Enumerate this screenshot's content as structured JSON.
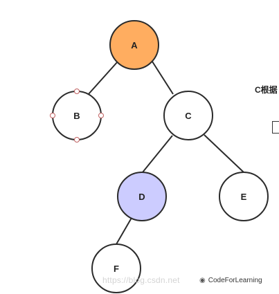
{
  "diagram": {
    "nodes": [
      {
        "id": "A",
        "label": "A",
        "fill": "#ffad60",
        "selected": false
      },
      {
        "id": "B",
        "label": "B",
        "fill": "#ffffff",
        "selected": true
      },
      {
        "id": "C",
        "label": "C",
        "fill": "#ffffff",
        "selected": false
      },
      {
        "id": "D",
        "label": "D",
        "fill": "#ccccff",
        "selected": false
      },
      {
        "id": "E",
        "label": "E",
        "fill": "#ffffff",
        "selected": false
      },
      {
        "id": "F",
        "label": "F",
        "fill": "#ffffff",
        "selected": false
      }
    ],
    "edges": [
      {
        "from": "A",
        "to": "B"
      },
      {
        "from": "A",
        "to": "C"
      },
      {
        "from": "C",
        "to": "D"
      },
      {
        "from": "C",
        "to": "E"
      },
      {
        "from": "D",
        "to": "F"
      }
    ],
    "stroke_color": "#2b2b2b",
    "handle_color": "#c06060"
  },
  "side_text": "C根据",
  "watermark": {
    "url": "https://blog.csdn.net",
    "brand": "CodeForLearning",
    "icon": "wechat-icon"
  }
}
